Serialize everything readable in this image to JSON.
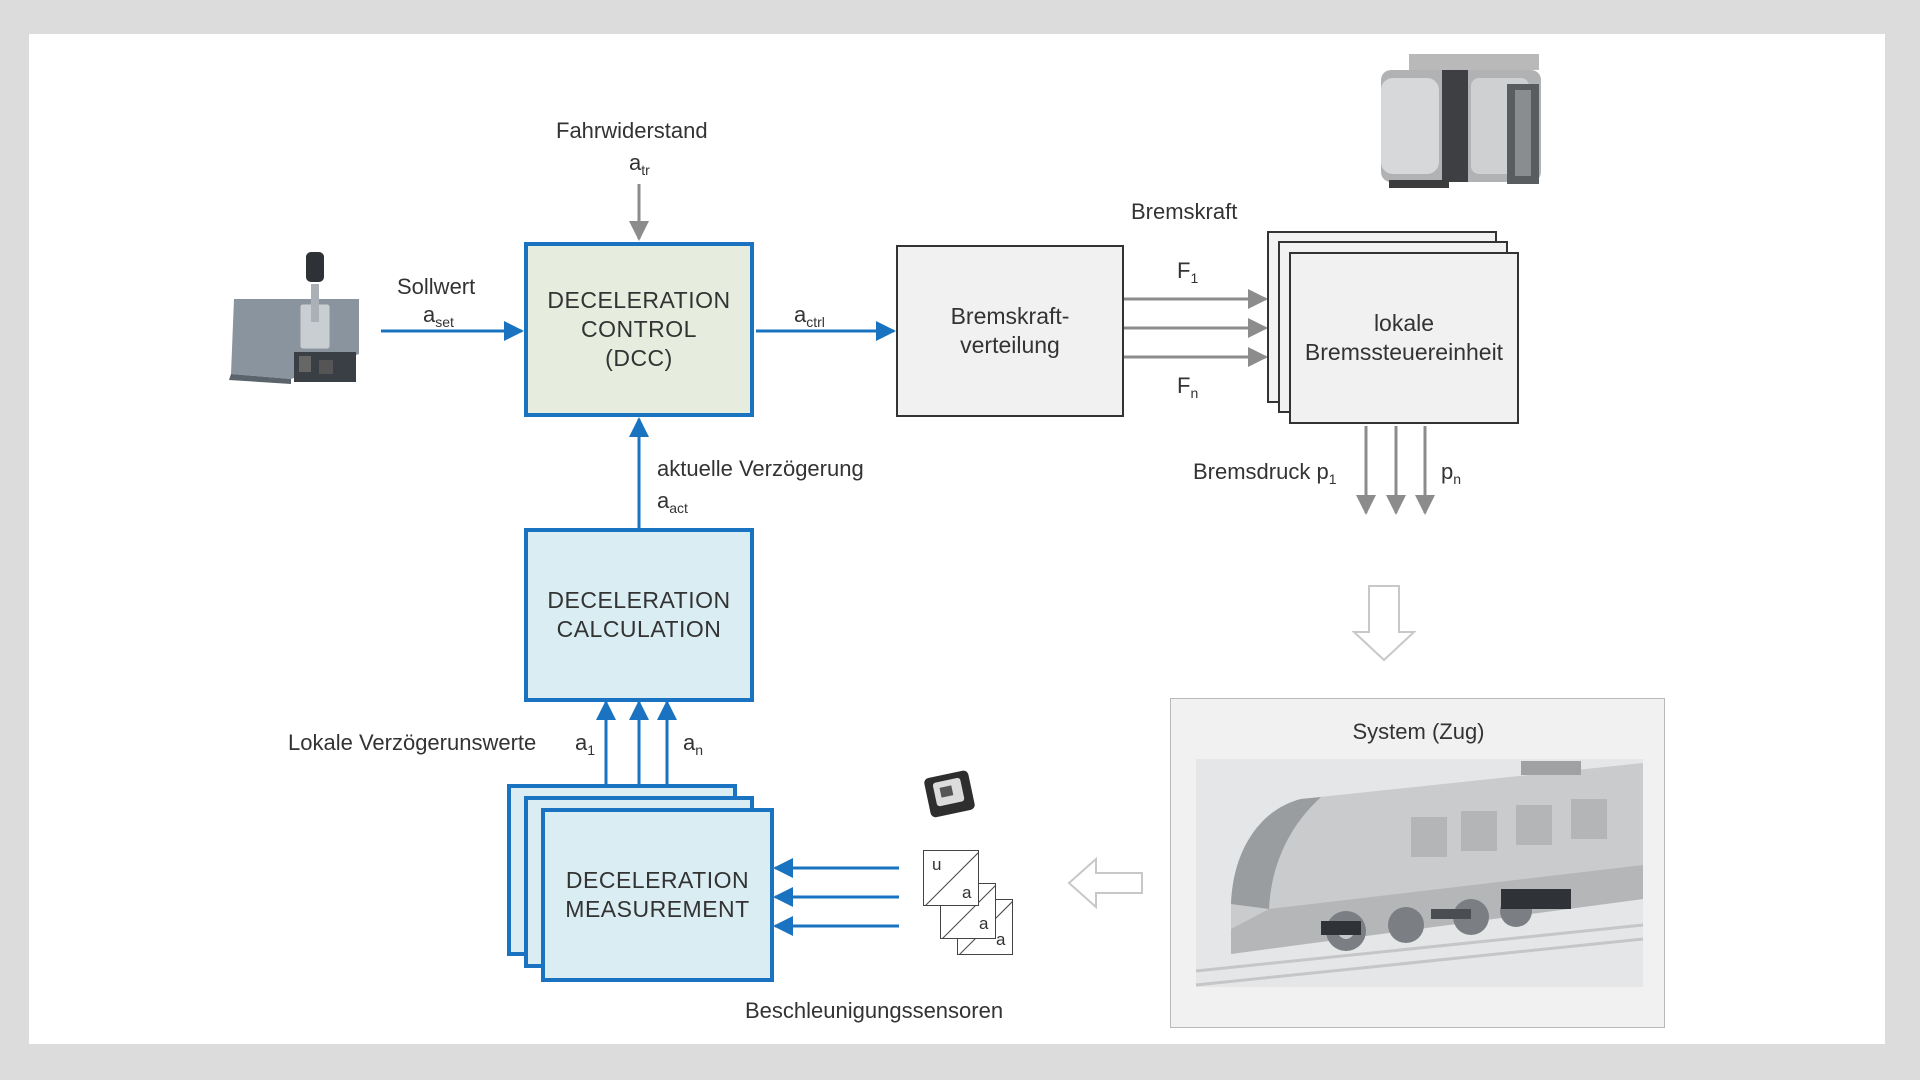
{
  "labels": {
    "fahrwiderstand": "Fahrwiderstand",
    "a_tr_base": "a",
    "a_tr_sub": "tr",
    "sollwert": "Sollwert",
    "a_set_base": "a",
    "a_set_sub": "set",
    "a_ctrl_base": "a",
    "a_ctrl_sub": "ctrl",
    "bremskraft": "Bremskraft",
    "f1_base": "F",
    "f1_sub": "1",
    "fn_base": "F",
    "fn_sub": "n",
    "bremsdruck": "Bremsdruck p",
    "p1_sub": "1",
    "pn_base": "p",
    "pn_sub": "n",
    "aktuelle": "aktuelle Verzögerung",
    "a_act_base": "a",
    "a_act_sub": "act",
    "lokale_werte": "Lokale Verzögerunswerte",
    "a1_base": "a",
    "a1_sub": "1",
    "an_base": "a",
    "an_sub": "n",
    "sensoren": "Beschleunigungssensoren",
    "system": "System (Zug)"
  },
  "boxes": {
    "dcc": [
      "DECELERATION",
      "CONTROL",
      "(DCC)"
    ],
    "bremskraftverteilung": [
      "Bremskraft-",
      "verteilung"
    ],
    "lokale": [
      "lokale",
      "Bremssteuereinheit"
    ],
    "calc": [
      "DECELERATION",
      "CALCULATION"
    ],
    "meas": [
      "DECELERATION",
      "MEASUREMENT"
    ]
  },
  "sensor_card": {
    "top_left": "u",
    "letter": "a"
  },
  "colors": {
    "blue": "#1a73c0",
    "gray_arrow": "#8c8c8c",
    "box_blue": "#d9edf3",
    "box_green": "#e6ecde"
  }
}
